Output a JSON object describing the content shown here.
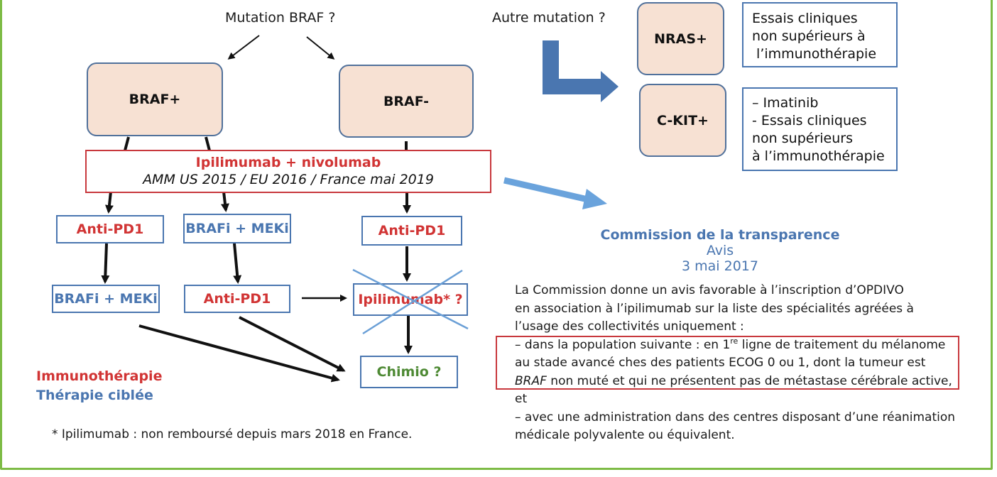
{
  "top_labels": {
    "mutation_braf": "Mutation BRAF ?",
    "autre_mutation": "Autre mutation ?"
  },
  "nodes": {
    "braf_pos": "BRAF+",
    "braf_neg": "BRAF-",
    "nras": "NRAS+",
    "ckit": "C-KIT+"
  },
  "nras_note": [
    "Essais cliniques",
    "non supérieurs à",
    " l’immunothérapie"
  ],
  "ckit_note": [
    "– Imatinib",
    "- Essais cliniques",
    "non supérieurs",
    "à l’immunothérapie"
  ],
  "combo": {
    "title": "Ipilimumab + nivolumab",
    "subtitle": "AMM US 2015 / EU 2016 / France mai 2019"
  },
  "steps": {
    "antipd1_left": "Anti-PD1",
    "brafi_mid": "BRAFi + MEKi",
    "antipd1_right": "Anti-PD1",
    "brafi_left": "BRAFi + MEKi",
    "antipd1_mid": "Anti-PD1",
    "ipilimumab": "Ipilimumab* ?",
    "chimio": "Chimio ?"
  },
  "legend": {
    "immuno": "Immunothérapie",
    "ciblee": "Thérapie ciblée"
  },
  "footnote": "* Ipilimumab : non remboursé depuis mars 2018 en France.",
  "commission": {
    "title": "Commission de la transparence",
    "avis": "Avis",
    "date": "3 mai 2017",
    "line1": "La Commission donne un avis favorable à l’inscription d’OPDIVO",
    "line2": "en association à l’ipilimumab sur la liste des spécialités agréées à",
    "line3": "l’usage des collectivités uniquement :",
    "line4_pre": "– dans la population suivante : en 1",
    "line4_sup": "re",
    "line4_post": " ligne de traitement du mélanome",
    "line5": "au stade avancé ches des patients ECOG 0 ou 1, dont la tumeur est",
    "line6_italic": "BRAF",
    "line6_rest": " non muté et qui ne présentent pas de métastase cérébrale active,",
    "line7": "et",
    "line8": "– avec une administration dans des centres disposant d’une réanimation",
    "line9": "médicale polyvalente ou équivalent."
  },
  "colors": {
    "immunotherapy_red": "#d13434",
    "targeted_blue": "#4a76b0",
    "chemo_green": "#4e8a34",
    "node_fill": "#f7e1d3",
    "frame_green": "#7dbb45"
  }
}
